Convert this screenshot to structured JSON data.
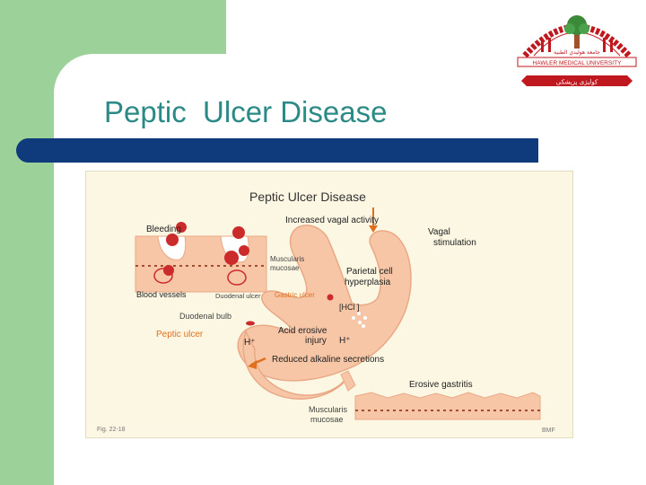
{
  "slide": {
    "title": "Peptic  Ulcer Disease",
    "colors": {
      "green_panel": "#9cd19a",
      "title_bar": "#0f3a7c",
      "title_text": "#2b8a86",
      "figure_bg": "#fbf7e3",
      "tissue": "#f6c6a6",
      "ulcer": "#cc2b2b",
      "orange_text": "#e07020",
      "logo_red": "#c0181f"
    }
  },
  "logo": {
    "arabic_top": "جامعة هوليدي الطبية",
    "band_text": "HAWLER MEDICAL UNIVERSITY",
    "ribbon_text": "كوليژى پزيشكى",
    "icons": [
      "tree-icon",
      "seal-icon"
    ]
  },
  "figure": {
    "title": "Peptic Ulcer Disease",
    "labels": {
      "increased_vagal": "Increased  vagal  activity",
      "vagal_stim_1": "Vagal",
      "vagal_stim_2": "stimulation",
      "bleeding": "Bleeding",
      "muscularis_1a": "Muscularis",
      "muscularis_1b": "mucosae",
      "parietal_1": "Parietal cell",
      "parietal_2": "hyperplasia",
      "blood_vessels": "Blood vessels",
      "duodenal_ulcer": "Duodenal ulcer",
      "gastric_ulcer": "Gastric ulcer",
      "hcl": "[HCl ]",
      "duodenal_bulb": "Duodenal bulb",
      "peptic_ulcer": "Peptic  ulcer",
      "acid_erosive_1": "Acid erosive",
      "acid_erosive_2": "injury",
      "h_plus_1": "H⁺",
      "h_plus_2": "H⁺",
      "reduced_alkaline": "Reduced alkaline secretions",
      "erosive_gastritis": "Erosive gastritis",
      "muscularis_2a": "Muscularis",
      "muscularis_2b": "mucosae",
      "fig_number": "Fig. 22-18",
      "credit": "BMF"
    }
  }
}
